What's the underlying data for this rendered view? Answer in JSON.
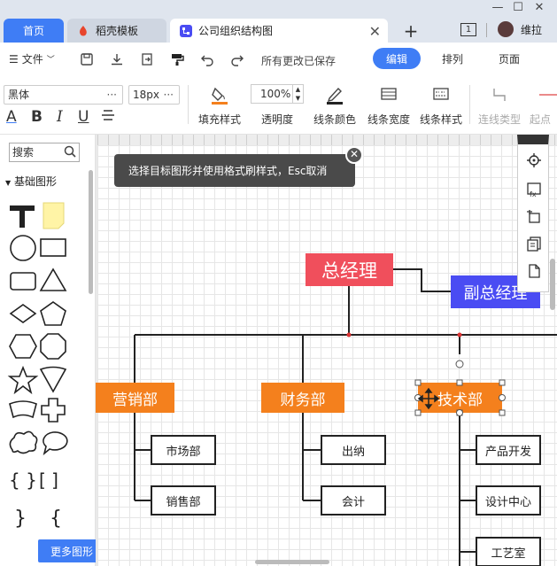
{
  "tabs": {
    "home": "首页",
    "templates": "稻壳模板",
    "document": "公司组织结构图",
    "count_badge": "1",
    "user": "维拉"
  },
  "toolbar": {
    "file": "文件",
    "saved_status": "所有更改已保存",
    "mode_edit": "编辑",
    "mode_arrange": "排列",
    "mode_page": "页面"
  },
  "format": {
    "font": "黑体",
    "font_size": "18px",
    "fill_style": "填充样式",
    "opacity_value": "100%",
    "opacity": "透明度",
    "line_color": "线条颜色",
    "line_width": "线条宽度",
    "line_style": "线条样式",
    "connector_type": "连线类型",
    "start": "起点"
  },
  "sidebar": {
    "search_placeholder": "搜索",
    "category": "基础图形",
    "more_shapes": "更多图形"
  },
  "tooltip": {
    "text": "选择目标图形并使用格式刷样式，Esc取消"
  },
  "org": {
    "gm": "总经理",
    "vgm": "副总经理",
    "sales": "营销部",
    "finance": "财务部",
    "tech": "技术部",
    "market": "市场部",
    "sales_dept": "销售部",
    "cashier": "出纳",
    "accounting": "会计",
    "product_dev": "产品开发",
    "design_center": "设计中心",
    "craft_room": "工艺室"
  },
  "colors": {
    "accent": "#3f7df5",
    "gm": "#f04f5c",
    "vgm": "#4a4cf3",
    "dept": "#f4801d"
  }
}
